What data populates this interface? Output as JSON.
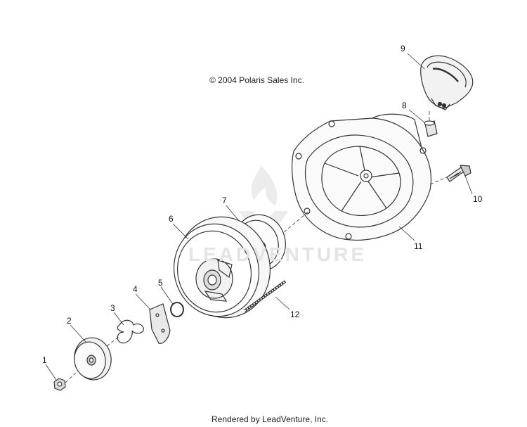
{
  "copyright": "© 2004 Polaris Sales Inc.",
  "footer": "Rendered by LeadVenture, Inc.",
  "watermark": "LEADVENTURE",
  "parts": [
    {
      "number": "1",
      "part": "nut"
    },
    {
      "number": "2",
      "part": "washer-plate"
    },
    {
      "number": "3",
      "part": "spring-clip"
    },
    {
      "number": "4",
      "part": "pawl"
    },
    {
      "number": "5",
      "part": "snap-ring"
    },
    {
      "number": "6",
      "part": "pulley"
    },
    {
      "number": "7",
      "part": "recoil-spring"
    },
    {
      "number": "8",
      "part": "bushing"
    },
    {
      "number": "9",
      "part": "handle"
    },
    {
      "number": "10",
      "part": "bolt"
    },
    {
      "number": "11",
      "part": "housing"
    },
    {
      "number": "12",
      "part": "rope"
    }
  ]
}
